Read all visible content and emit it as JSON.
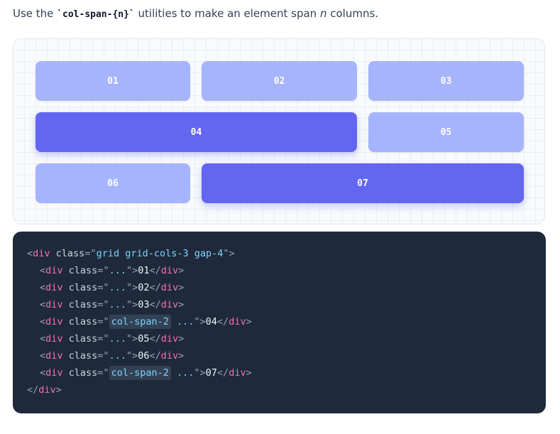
{
  "intro": {
    "prefix": "Use the ",
    "code": "`col-span-{n}`",
    "middle": " utilities to make an element span ",
    "var": "n",
    "suffix": " columns."
  },
  "preview": {
    "cells": [
      "01",
      "02",
      "03",
      "04",
      "05",
      "06",
      "07"
    ]
  },
  "code": {
    "open_lt": "<",
    "close_lt": "</",
    "gt": ">",
    "eq_quote": "=\"",
    "quote": "\"",
    "div": "div",
    "class_attr": " class",
    "outer_class": "grid grid-cols-3 gap-4",
    "dots": "...",
    "col_span": "col-span-2",
    "space_dots": " ...",
    "cells": [
      "01",
      "02",
      "03",
      "04",
      "05",
      "06",
      "07"
    ]
  },
  "colors": {
    "cell_light": "#a5b4fc",
    "cell_accent": "#6366f1",
    "code_bg": "#1e293b",
    "tag": "#f472b6",
    "string": "#7dd3fc"
  }
}
